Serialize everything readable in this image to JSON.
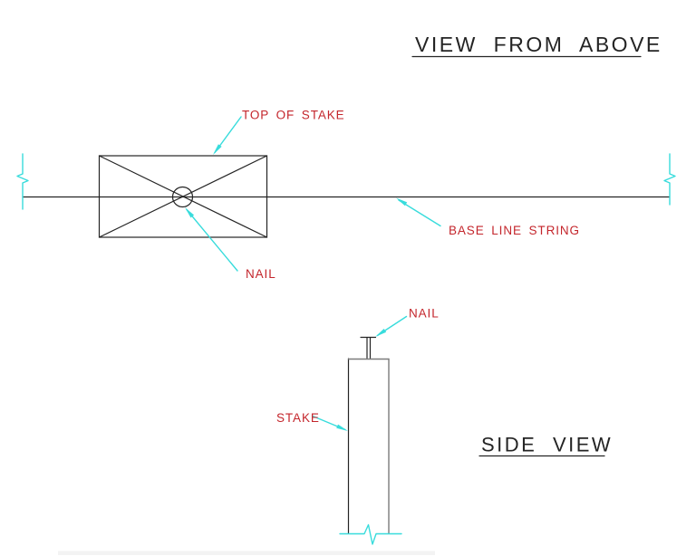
{
  "top_view": {
    "title": "VIEW FROM ABOVE",
    "label_top_of_stake": "TOP OF STAKE",
    "label_base_line_string": "BASE LINE STRING",
    "label_nail": "NAIL"
  },
  "side_view": {
    "title": "SIDE VIEW",
    "label_nail": "NAIL",
    "label_stake": "STAKE"
  },
  "colors": {
    "linework": "#242424",
    "linework_gray": "#7b7b7b",
    "label_text": "#c4262c",
    "leader": "#38dcdc",
    "background": "#ffffff",
    "scan_edge": "#f3f3f3"
  }
}
